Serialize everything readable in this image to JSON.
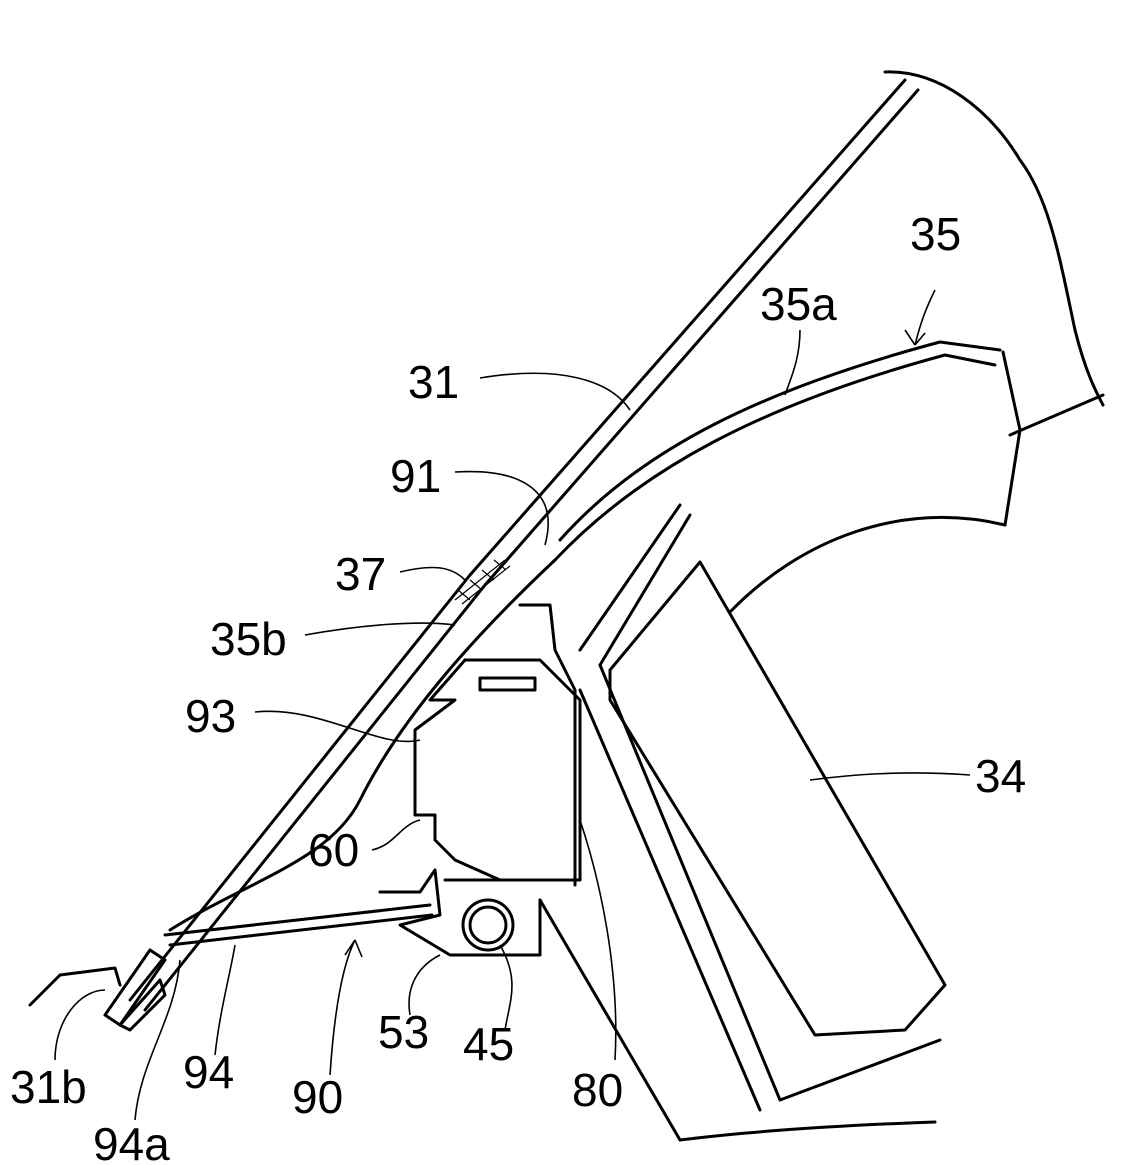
{
  "figure": {
    "type": "patent-cross-section-drawing",
    "labels": [
      {
        "id": "35",
        "text": "35"
      },
      {
        "id": "35a",
        "text": "35a"
      },
      {
        "id": "31",
        "text": "31"
      },
      {
        "id": "91",
        "text": "91"
      },
      {
        "id": "37",
        "text": "37"
      },
      {
        "id": "35b",
        "text": "35b"
      },
      {
        "id": "93",
        "text": "93"
      },
      {
        "id": "34",
        "text": "34"
      },
      {
        "id": "60",
        "text": "60"
      },
      {
        "id": "53",
        "text": "53"
      },
      {
        "id": "45",
        "text": "45"
      },
      {
        "id": "80",
        "text": "80"
      },
      {
        "id": "31b",
        "text": "31b"
      },
      {
        "id": "94",
        "text": "94"
      },
      {
        "id": "90",
        "text": "90"
      },
      {
        "id": "94a",
        "text": "94a"
      }
    ]
  }
}
